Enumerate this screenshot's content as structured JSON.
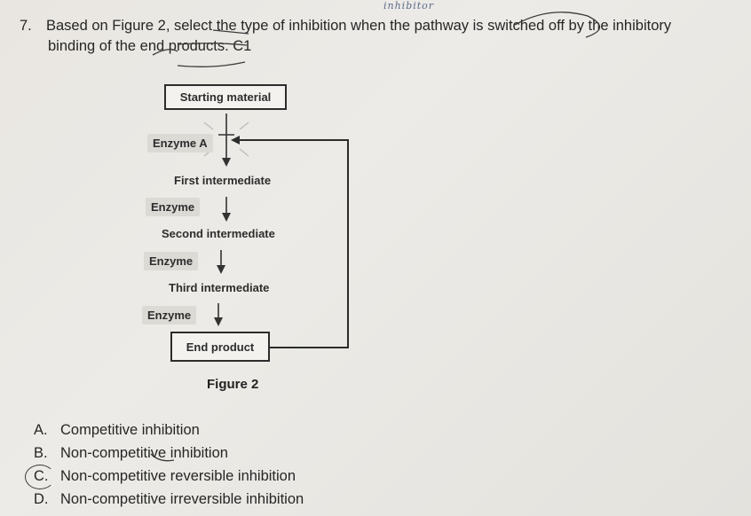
{
  "question": {
    "number": "7.",
    "text_line1": "Based on Figure 2, select the type of inhibition when the pathway is switched off by the inhibitory",
    "text_line2": "binding of the end products. C1",
    "handwritten_note": "inhibitor"
  },
  "figure": {
    "starting_material": "Starting material",
    "enzyme_a": "Enzyme A",
    "first_intermediate": "First intermediate",
    "enzyme_1": "Enzyme",
    "second_intermediate": "Second intermediate",
    "enzyme_2": "Enzyme",
    "third_intermediate": "Third intermediate",
    "enzyme_3": "Enzyme",
    "end_product": "End product",
    "caption": "Figure 2"
  },
  "options": [
    {
      "letter": "A.",
      "text": "Competitive inhibition"
    },
    {
      "letter": "B.",
      "text": "Non-competitive inhibition"
    },
    {
      "letter": "C.",
      "text": "Non-competitive reversible inhibition",
      "selected": true
    },
    {
      "letter": "D.",
      "text": "Non-competitive irreversible inhibition"
    }
  ]
}
